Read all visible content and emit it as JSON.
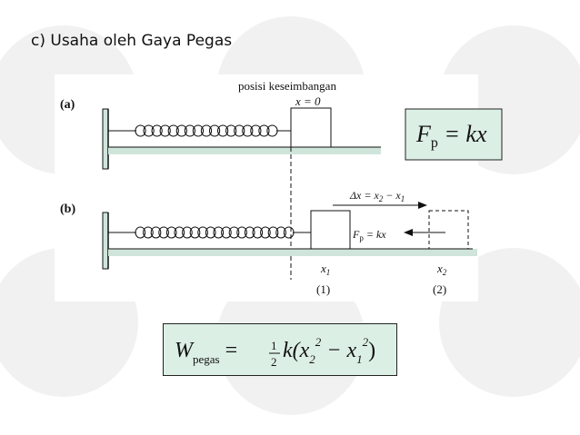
{
  "slide": {
    "title": "c) Usaha oleh Gaya Pegas"
  },
  "diagram": {
    "label_equilibrium": "posisi keseimbangan",
    "label_a": "(a)",
    "label_b": "(b)",
    "x_zero": "x = 0",
    "formula_a": {
      "F": "F",
      "sub": "p",
      "rest": " = kx"
    },
    "delta_x": {
      "lhs": "Δx = x",
      "s2": "2",
      "mid": " − x",
      "s1": "1"
    },
    "force_b": {
      "F": "F",
      "sub": "p",
      "rest": " = kx"
    },
    "x1": {
      "base": "x",
      "sub": "1"
    },
    "x2": {
      "base": "x",
      "sub": "2"
    },
    "pos1": "(1)",
    "pos2": "(2)",
    "spring_coils_a": 17,
    "spring_coils_b": 20
  },
  "work_equation": {
    "W": "W",
    "sub": "pegas",
    "eq": " = ",
    "num": "1",
    "den": "2",
    "k": "k(x",
    "s2": "2",
    "sup1": "2",
    "minus": " − x",
    "s1": "1",
    "sup2": "2",
    "close": ")"
  },
  "colors": {
    "panel_bg": "#dcefe5",
    "floor": "#cfe5dc",
    "watermark": "#f0f0f0",
    "ink": "#111111"
  }
}
